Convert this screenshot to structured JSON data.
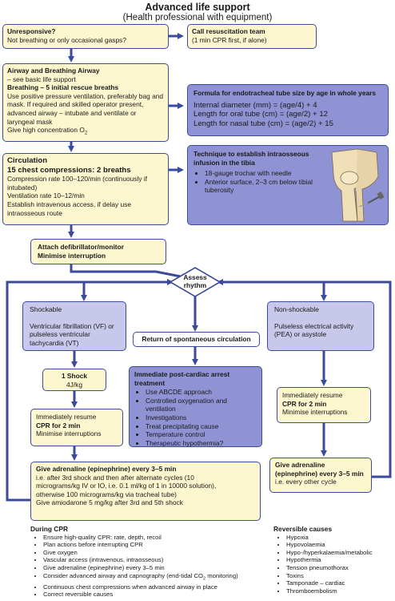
{
  "title": "Advanced life support",
  "subtitle": "(Health professional with equipment)",
  "unresponsive": {
    "heading": "Unresponsive?",
    "text": "Not breathing or only occasional gasps?"
  },
  "call_team": {
    "heading": "Call resuscitation team",
    "text": "(1 min CPR first, if alone)"
  },
  "airway": {
    "heading": "Airway and Breathing Airway",
    "line1": "– see basic life support",
    "line2": "Breathing – 5 initial rescue breaths",
    "body": "Use positive pressure ventilation, preferably bag and mask. If required and skilled operator present, advanced airway – intubate and ventilate or laryngeal mask",
    "oxygen_text": "Give high concentration O",
    "oxygen_sub": "2"
  },
  "formula": {
    "heading": "Formula for endotracheal tube size by age in whole years",
    "lines": [
      "Internal diameter (mm) = (age/4) + 4",
      "Length for oral tube (cm) = (age/2) + 12",
      "Length for nasal tube (cm) = (age/2) + 15"
    ]
  },
  "circulation": {
    "heading": "Circulation",
    "subheading": "15 chest compressions: 2 breaths",
    "body1": "Compression rate 100–120/min (continuously if intubated)",
    "body2": "Ventilation rate 10–12/min",
    "body3": "Establish intravenous access, if delay use intraosseous route"
  },
  "intraosseous": {
    "heading": "Technique to establish intraosseous infusion  in the tibia",
    "items": [
      "18-gauge trochar with needle",
      "Anterior surface, 2–3 cm below tibial tuberosity"
    ]
  },
  "defib": {
    "line1": "Attach defibrillator/monitor",
    "line2": "Minimise interruption"
  },
  "assess": {
    "line1": "Assess",
    "line2": "rhythm"
  },
  "shockable": {
    "label": "Shockable",
    "text": "Ventricular fibrillation (VF) or pulseless ventricular tachycardia (VT)"
  },
  "rosc": "Return of spontaneous circulation",
  "nonshockable": {
    "label": "Non-shockable",
    "text": "Pulseless electrical activity (PEA) or asystole"
  },
  "one_shock": {
    "line1": "1 Shock",
    "line2": "4J/kg"
  },
  "post_arrest": {
    "heading": "Immediate post-cardiac arrest treatment",
    "items": [
      "Use ABCDE approach",
      "Controlled oxygenation and ventilation",
      "Investigations",
      "Treat precipitating cause",
      "Temperature control",
      "Therapeutic hypothermia?"
    ]
  },
  "resume_left": {
    "line1": "Immediately resume",
    "line2": "CPR for 2 min",
    "line3": "Minimise interruptions"
  },
  "resume_right": {
    "line1": "Immediately resume",
    "line2": "CPR for 2 min",
    "line3": "Minimise interruptions"
  },
  "adrenaline_left": {
    "heading": "Give adrenaline (epinephrine) every 3–5 min",
    "body": "i.e. after 3rd shock and then after alternate cycles (10 micrograms/kg IV or IO, i.e. 0.1 ml/kg of 1 in 10000 solution), otherwise 100 micrograms/kg via tracheal tube)",
    "amiodarone": "Give amiodarone 5 mg/kg after 3rd and 5th shock"
  },
  "adrenaline_right": {
    "heading": "Give adrenaline (epinephrine) every 3–5 min",
    "body": "i.e. every other cycle"
  },
  "during_cpr": {
    "heading": "During CPR",
    "items": [
      "Ensure high-quality CPR: rate, depth, recoil",
      "Plan actions before interrupting CPR",
      "Give oxygen",
      "Vascular access (intravenous, intraosseous)",
      "Give adrenaline (epinephrine) every 3–5 min",
      "Consider advanced airway and capnography (end-tidal CO",
      "Continuous chest compressions when advanced airway in place",
      "Correct reversible causes"
    ],
    "capno_sub": "2",
    "capno_tail": " monitoring)"
  },
  "reversible": {
    "heading": "Reversible causes",
    "items": [
      "Hypoxia",
      "Hypovolaemia",
      "Hypo-/hyperkalaemia/metabolic",
      "Hypothermia",
      "Tension pneumothorax",
      "Toxins",
      "Tamponade – cardiac",
      "Thromboembolism"
    ]
  },
  "colors": {
    "arrow": "#3c4a9c",
    "yellow_box": "#fdf7cf",
    "purple_box": "#8f93d3",
    "light_purple_box": "#c7c8ea"
  }
}
